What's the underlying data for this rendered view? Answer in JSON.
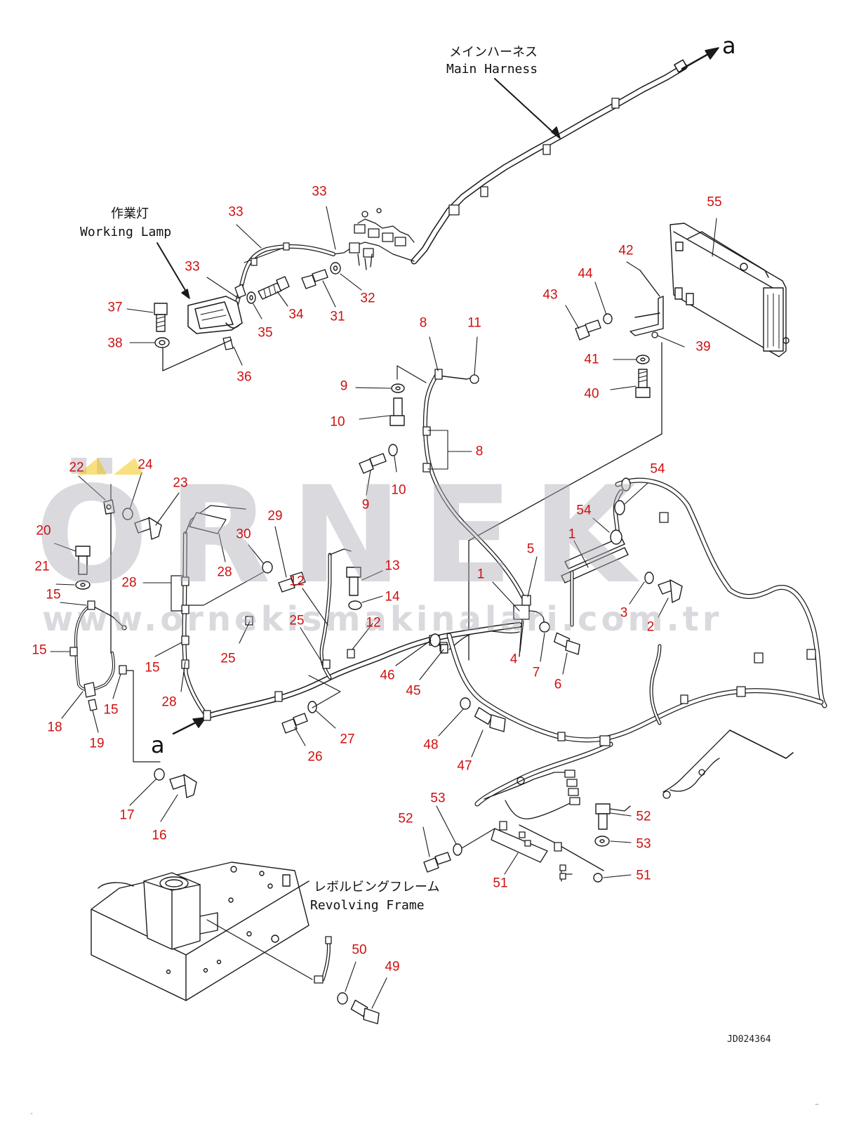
{
  "labels": {
    "main_harness_ja": "メインハーネス",
    "main_harness_en": "Main Harness",
    "working_lamp_ja": "作業灯",
    "working_lamp_en": "Working Lamp",
    "revolving_frame_ja": "レボルビングフレーム",
    "revolving_frame_en": "Revolving Frame",
    "connector_top": "a",
    "connector_bottom": "a",
    "drawing_code": "JD024364"
  },
  "watermark": {
    "brand": "ÖRNEK",
    "url": "www.ornekismakinalari.com.tr"
  },
  "colors": {
    "callout": "#d01010",
    "line": "#1a1a1a",
    "watermark": "#a9a9b6",
    "accent": "#f2c200"
  },
  "callouts": [
    "55",
    "42",
    "44",
    "43",
    "41",
    "39",
    "40",
    "8",
    "11",
    "9",
    "10",
    "8",
    "10",
    "9",
    "33",
    "33",
    "33",
    "37",
    "38",
    "34",
    "31",
    "32",
    "35",
    "36",
    "22",
    "24",
    "23",
    "20",
    "21",
    "15",
    "15",
    "15",
    "15",
    "18",
    "19",
    "17",
    "16",
    "29",
    "30",
    "28",
    "28",
    "28",
    "13",
    "14",
    "12",
    "12",
    "25",
    "25",
    "46",
    "45",
    "26",
    "27",
    "54",
    "54",
    "1",
    "5",
    "1",
    "3",
    "2",
    "4",
    "7",
    "6",
    "48",
    "47",
    "53",
    "52",
    "52",
    "53",
    "51",
    "51",
    "50",
    "49"
  ]
}
